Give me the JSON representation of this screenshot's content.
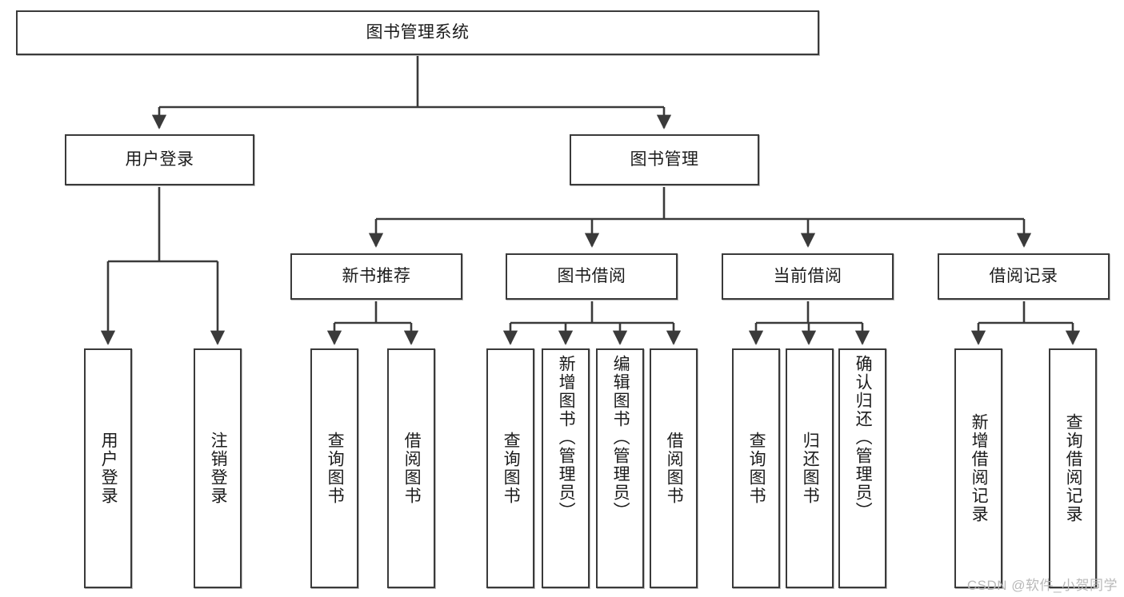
{
  "diagram": {
    "type": "tree",
    "title": "图书管理系统",
    "watermark": "CSDN @软件_小贺同学",
    "colors": {
      "stroke": "#3a3a3a",
      "fill": "#ffffff",
      "text": "#1b1b1b",
      "watermark": "#b9b9b9"
    },
    "levels": [
      {
        "level": 1,
        "nodes": [
          {
            "id": "root",
            "label": "图书管理系统",
            "orientation": "horizontal"
          }
        ]
      },
      {
        "level": 2,
        "nodes": [
          {
            "id": "login",
            "label": "用户登录",
            "orientation": "horizontal",
            "parent": "root"
          },
          {
            "id": "bookmgmt",
            "label": "图书管理",
            "orientation": "horizontal",
            "parent": "root"
          }
        ]
      },
      {
        "level": 3,
        "nodes": [
          {
            "id": "newbook",
            "label": "新书推荐",
            "orientation": "horizontal",
            "parent": "bookmgmt"
          },
          {
            "id": "borrow",
            "label": "图书借阅",
            "orientation": "horizontal",
            "parent": "bookmgmt"
          },
          {
            "id": "current",
            "label": "当前借阅",
            "orientation": "horizontal",
            "parent": "bookmgmt"
          },
          {
            "id": "records",
            "label": "借阅记录",
            "orientation": "horizontal",
            "parent": "bookmgmt"
          }
        ]
      },
      {
        "level": 4,
        "nodes": [
          {
            "id": "leaf1",
            "label": "用户登录",
            "orientation": "vertical",
            "parent": "login"
          },
          {
            "id": "leaf2",
            "label": "注销登录",
            "orientation": "vertical",
            "parent": "login"
          },
          {
            "id": "leaf3",
            "label": "查询图书",
            "orientation": "vertical",
            "parent": "newbook"
          },
          {
            "id": "leaf4",
            "label": "借阅图书",
            "orientation": "vertical",
            "parent": "newbook"
          },
          {
            "id": "leaf5",
            "label": "查询图书",
            "orientation": "vertical",
            "parent": "borrow"
          },
          {
            "id": "leaf6",
            "label": "新增图书（管理员）",
            "orientation": "vertical",
            "parent": "borrow"
          },
          {
            "id": "leaf7",
            "label": "编辑图书（管理员）",
            "orientation": "vertical",
            "parent": "borrow"
          },
          {
            "id": "leaf8",
            "label": "借阅图书",
            "orientation": "vertical",
            "parent": "borrow"
          },
          {
            "id": "leaf9",
            "label": "查询图书",
            "orientation": "vertical",
            "parent": "current"
          },
          {
            "id": "leaf10",
            "label": "归还图书",
            "orientation": "vertical",
            "parent": "current"
          },
          {
            "id": "leaf11",
            "label": "确认归还（管理员）",
            "orientation": "vertical",
            "parent": "current"
          },
          {
            "id": "leaf12",
            "label": "新增借阅记录",
            "orientation": "vertical",
            "parent": "records"
          },
          {
            "id": "leaf13",
            "label": "查询借阅记录",
            "orientation": "vertical",
            "parent": "records"
          }
        ]
      }
    ]
  }
}
